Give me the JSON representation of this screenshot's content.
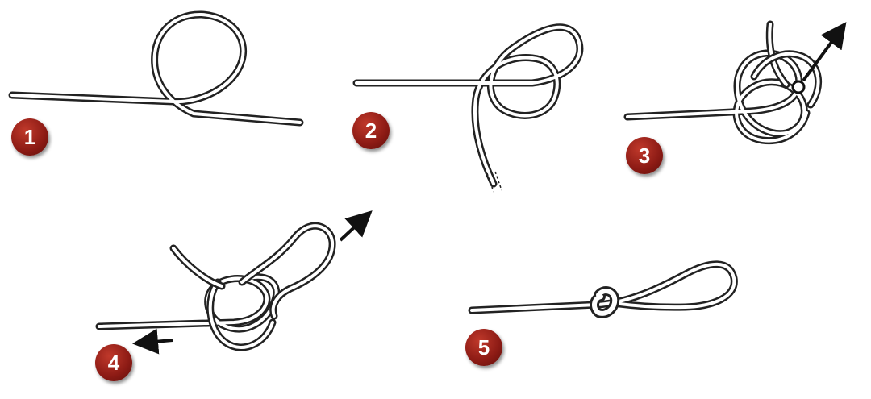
{
  "badge_color": "#8b1a14",
  "rope_outline_color": "#222222",
  "rope_fill_color": "#ffffff",
  "arrow_color": "#111111",
  "steps": [
    {
      "number": "1"
    },
    {
      "number": "2"
    },
    {
      "number": "3"
    },
    {
      "number": "4"
    },
    {
      "number": "5"
    }
  ]
}
